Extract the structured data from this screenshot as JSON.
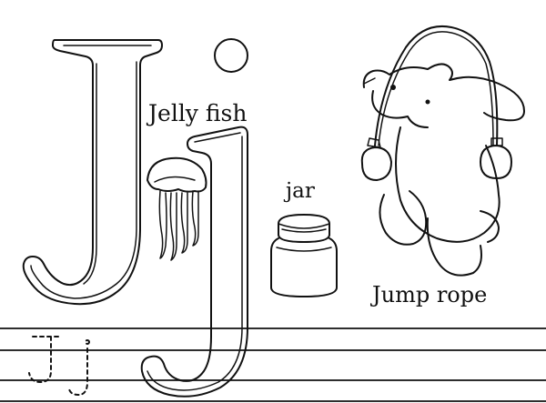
{
  "worksheet": {
    "letter_upper": "J",
    "letter_lower": "j",
    "words": {
      "jellyfish": "Jelly fish",
      "jar": "jar",
      "jump_rope": "Jump rope"
    }
  },
  "icons": [
    "jellyfish-illustration",
    "jar-illustration",
    "jump-rope-bear-illustration"
  ],
  "colors": {
    "ink": "#111111",
    "paper": "#ffffff"
  }
}
